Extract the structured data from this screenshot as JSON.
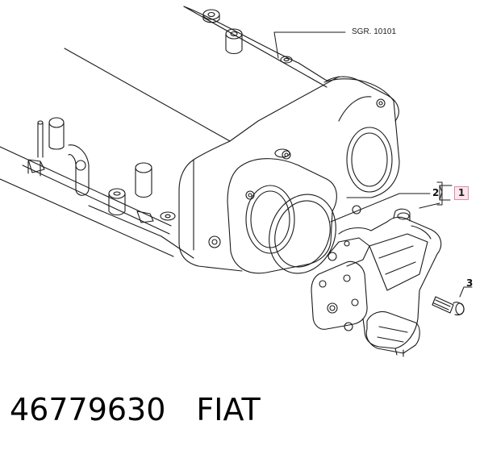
{
  "diagram": {
    "reference_label": "SGR. 10101",
    "callouts": [
      {
        "id": "1",
        "text": "1",
        "highlighted": true
      },
      {
        "id": "2",
        "text": "2",
        "highlighted": false
      },
      {
        "id": "3",
        "text": "3",
        "highlighted": false
      }
    ],
    "highlight_color": "#fde6ee",
    "highlight_border_color": "#e08aa6"
  },
  "caption": {
    "part_number": "46779630",
    "brand": "FIAT"
  }
}
